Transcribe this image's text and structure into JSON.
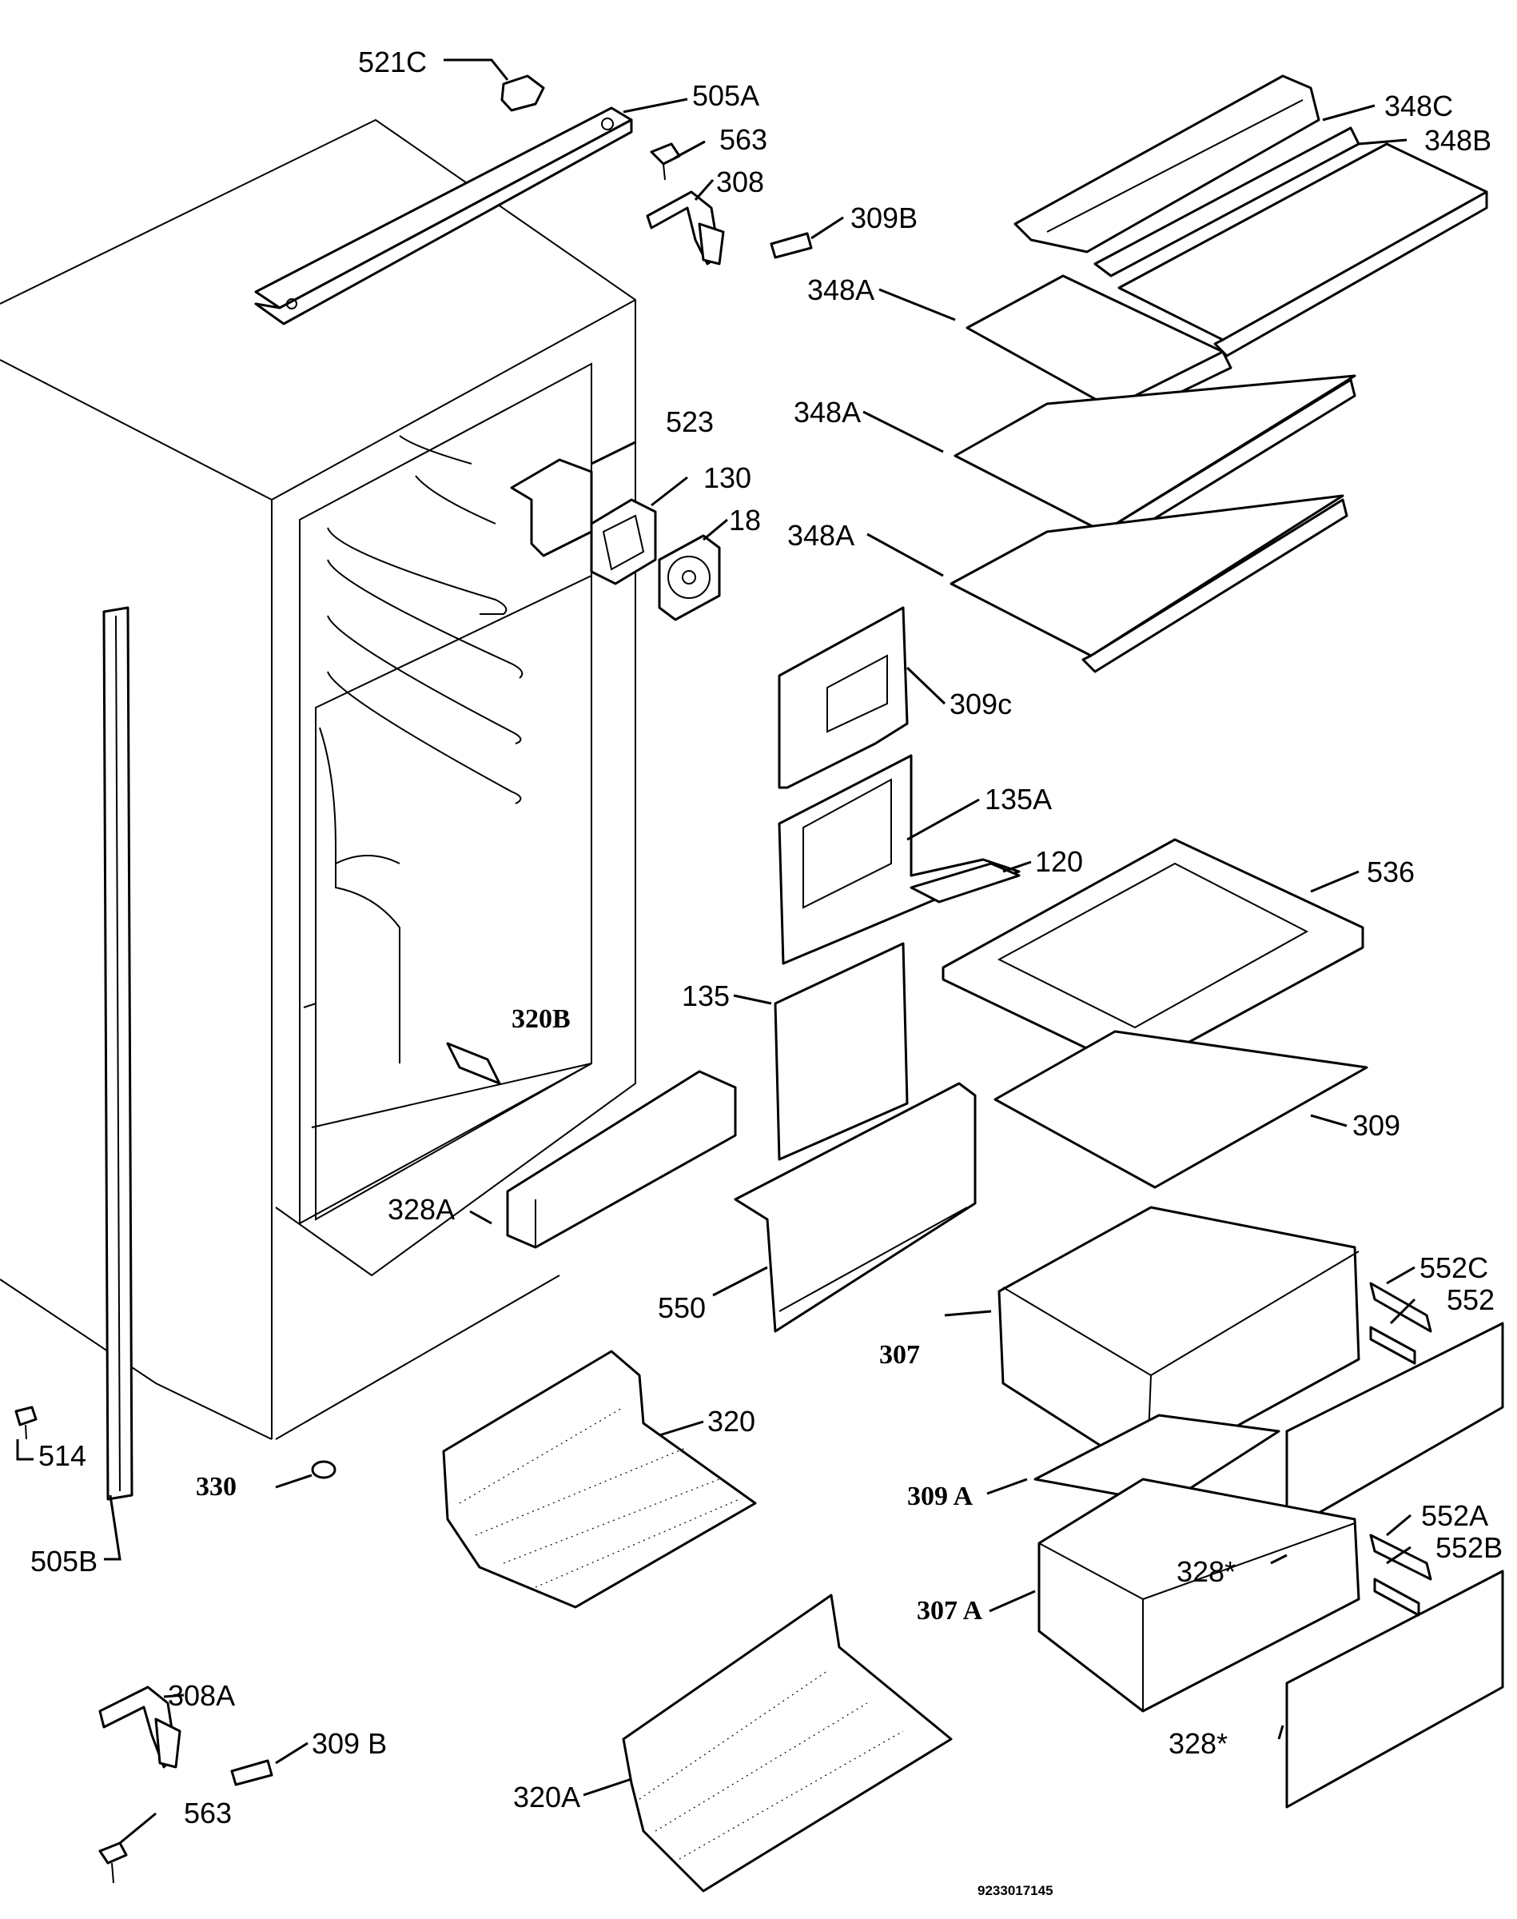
{
  "document_code": "9233017145",
  "labels": {
    "l521c": "521C",
    "l505a": "505A",
    "l563a": "563",
    "l308": "308",
    "l309b_top": "309B",
    "l348c": "348C",
    "l348b": "348B",
    "l348a_1": "348A",
    "l348a_2": "348A",
    "l348a_3": "348A",
    "l523": "523",
    "l130": "130",
    "l18": "18",
    "l309c": "309c",
    "l135a": "135A",
    "l120": "120",
    "l536": "536",
    "l135": "135",
    "l320b": "320B",
    "l309": "309",
    "l328a": "328A",
    "l552c": "552C",
    "l552": "552",
    "l550": "550",
    "l307": "307",
    "l514": "514",
    "l320": "320",
    "l330": "330",
    "l309a": "309 A",
    "l552a": "552A",
    "l552b": "552B",
    "l505b": "505B",
    "l328star_1": "328*",
    "l307a": "307 A",
    "l308a": "308A",
    "l309b_bottom": "309 B",
    "l328star_2": "328*",
    "l563b": "563",
    "l320a": "320A"
  }
}
